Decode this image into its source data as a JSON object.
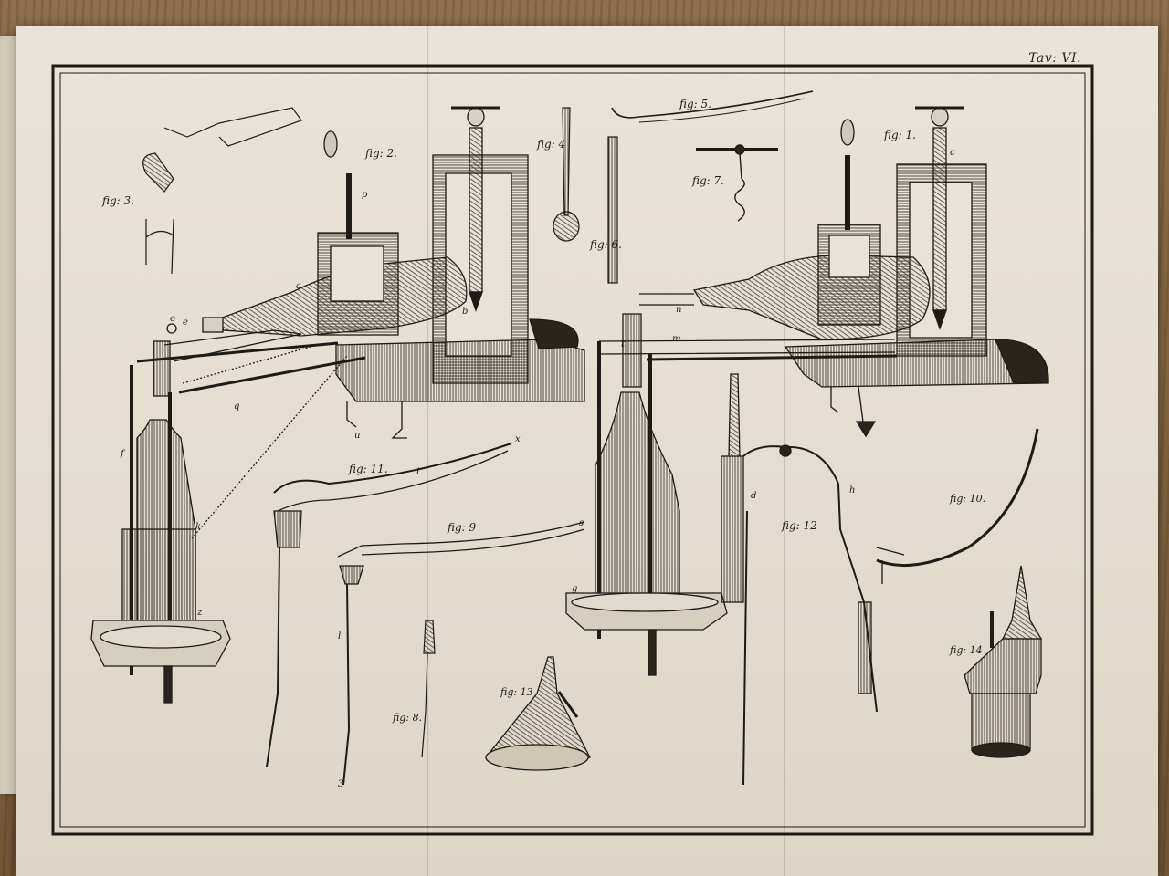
{
  "plate": {
    "number": "Tav: VI."
  },
  "figures": {
    "fig1": "fig: 1.",
    "fig2": "fig: 2.",
    "fig3": "fig: 3.",
    "fig4": "fig: 4",
    "fig5": "fig: 5.",
    "fig6": "fig: 6.",
    "fig7": "fig: 7.",
    "fig8": "fig: 8.",
    "fig9": "fig: 9",
    "fig10": "fig: 10.",
    "fig11": "fig: 11.",
    "fig12": "fig: 12",
    "fig13": "fig: 13",
    "fig14": "fig: 14"
  },
  "letters": {
    "a": "a",
    "b": "b",
    "c": "c",
    "d": "d",
    "e": "e",
    "f": "f",
    "g": "g",
    "h": "h",
    "i": "i",
    "k": "k",
    "l": "l",
    "m": "m",
    "n": "n",
    "o": "o",
    "p": "p",
    "q": "q",
    "s": "s",
    "t": "t",
    "u": "u",
    "x": "x",
    "z": "z",
    "three": "3"
  },
  "colors": {
    "ink": "#1e1a15",
    "paper": "#e6dfd2",
    "table": "#7a5a3a"
  }
}
